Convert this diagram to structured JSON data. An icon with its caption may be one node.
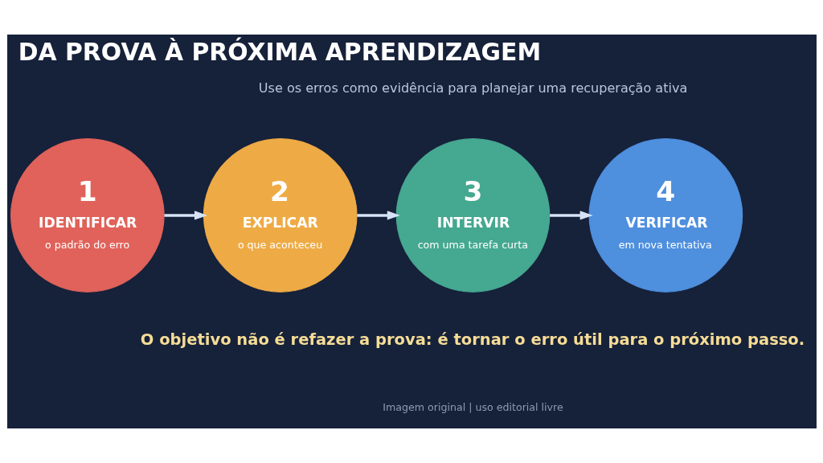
{
  "diagram": {
    "title": "DA PROVA À PRÓXIMA APRENDIZAGEM",
    "nodes": [
      {
        "text": [
          "1",
          "IDENTIFICAR",
          "o padrão do erro"
        ]
      },
      {
        "text": [
          "2",
          "EXPLICAR",
          "o que aconteceu"
        ]
      },
      {
        "text": [
          "3",
          "INTERVIR",
          "com uma tarefa curta"
        ]
      },
      {
        "text": [
          "4",
          "VERIFICAR",
          "em nova tentativa"
        ]
      }
    ],
    "edges": [
      {
        "from": 0,
        "to": 1,
        "arrow": "to"
      },
      {
        "from": 1,
        "to": 2,
        "arrow": "to"
      },
      {
        "from": 2,
        "to": 3,
        "arrow": "to"
      }
    ],
    "labels": [
      "Use os erros como evidência para planejar uma recuperação ativa",
      "O objetivo não é refazer a prova: é tornar o erro útil para o próximo passo.",
      "Imagem original | uso editorial livre"
    ]
  }
}
